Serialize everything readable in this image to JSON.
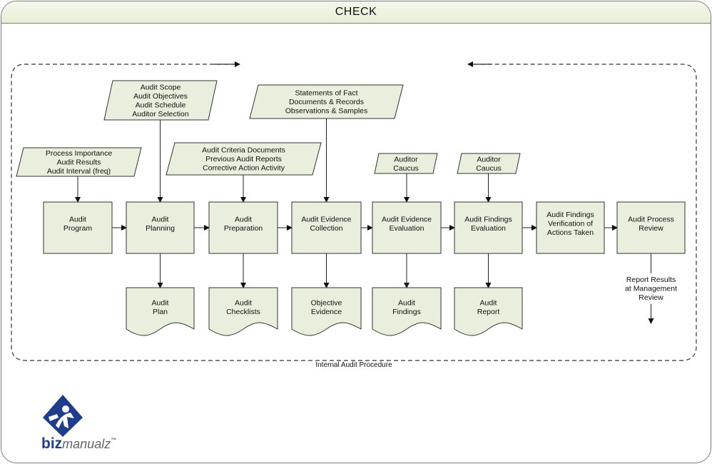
{
  "title": "CHECK",
  "process": [
    {
      "id": "p1",
      "lines": [
        "Audit",
        "Program"
      ]
    },
    {
      "id": "p2",
      "lines": [
        "Audit",
        "Planning"
      ]
    },
    {
      "id": "p3",
      "lines": [
        "Audit",
        "Preparation"
      ]
    },
    {
      "id": "p4",
      "lines": [
        "Audit Evidence",
        "Collection"
      ]
    },
    {
      "id": "p5",
      "lines": [
        "Audit Evidence",
        "Evaluation"
      ]
    },
    {
      "id": "p6",
      "lines": [
        "Audit Findings",
        "Evaluation"
      ]
    },
    {
      "id": "p7",
      "lines": [
        "Audit Findings",
        "Verification of",
        "Actions Taken"
      ]
    },
    {
      "id": "p8",
      "lines": [
        "Audit Process",
        "Review"
      ]
    }
  ],
  "inputs": [
    {
      "id": "i1",
      "target": "p1",
      "lines": [
        "Process Importance",
        "Audit Results",
        "Audit Interval (freq)"
      ]
    },
    {
      "id": "i2",
      "target": "p2",
      "lines": [
        "Audit Scope",
        "Audit Objectives",
        "Audit Schedule",
        "Auditor Selection"
      ]
    },
    {
      "id": "i3",
      "target": "p3",
      "lines": [
        "Audit Criteria Documents",
        "Previous Audit Reports",
        "Corrective Action Activity"
      ]
    },
    {
      "id": "i4",
      "target": "p4",
      "lines": [
        "Statements of Fact",
        "Documents & Records",
        "Observations & Samples"
      ]
    },
    {
      "id": "i5",
      "target": "p5",
      "lines": [
        "Auditor",
        "Caucus"
      ]
    },
    {
      "id": "i6",
      "target": "p6",
      "lines": [
        "Auditor",
        "Caucus"
      ]
    }
  ],
  "outputs": [
    {
      "id": "o2",
      "source": "p2",
      "lines": [
        "Audit",
        "Plan"
      ]
    },
    {
      "id": "o3",
      "source": "p3",
      "lines": [
        "Audit",
        "Checklists"
      ]
    },
    {
      "id": "o4",
      "source": "p4",
      "lines": [
        "Objective",
        "Evidence"
      ]
    },
    {
      "id": "o5",
      "source": "p5",
      "lines": [
        "Audit",
        "Findings"
      ]
    },
    {
      "id": "o6",
      "source": "p6",
      "lines": [
        "Audit",
        "Report"
      ]
    }
  ],
  "final_output": [
    "Report Results",
    "at Management",
    "Review"
  ],
  "loop_label": "Internal Audit Procedure",
  "logo": {
    "text_bold": "biz",
    "text_light": "manualz",
    "trademark": "™"
  },
  "colors": {
    "fill": "#e8efdc",
    "stroke": "#333333",
    "logo_blue": "#1f3d8c"
  }
}
